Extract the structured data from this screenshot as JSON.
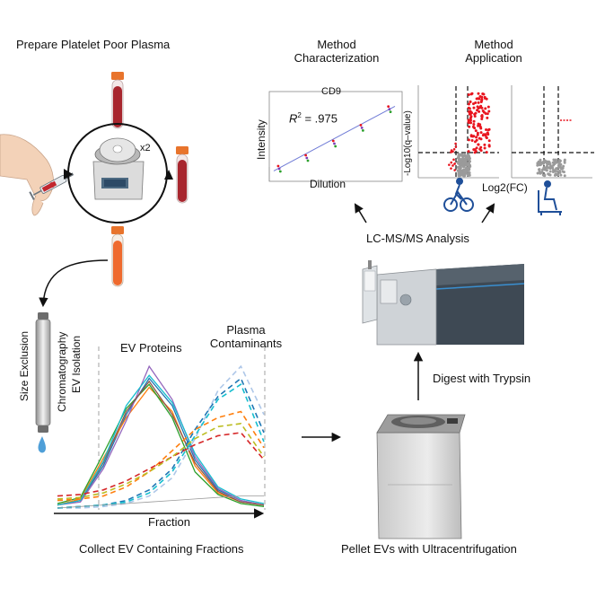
{
  "labels": {
    "prepare_plasma": "Prepare Platelet Poor Plasma",
    "centrifuge_repeat": "x2",
    "method_characterization_line1": "Method",
    "method_characterization_line2": "Characterization",
    "method_application_line1": "Method",
    "method_application_line2": "Application",
    "cd9": "CD9",
    "r2_symbol": "R",
    "r2_sup": "2",
    "r2_value": " = .975",
    "intensity_axis": "Intensity",
    "dilution_axis": "Dilution",
    "log10q_axis": "-Log10(q–value)",
    "log2fc_axis": "Log2(FC)",
    "lcms": "LC-MS/MS Analysis",
    "sec_line1": "Size Exclusion",
    "sec_line2": "Chromatography",
    "sec_line3": "EV Isolation",
    "ev_proteins": "EV Proteins",
    "plasma_contaminants_line1": "Plasma",
    "plasma_contaminants_line2": "Contaminants",
    "fraction_axis": "Fraction",
    "digest": "Digest with Trypsin",
    "collect_fractions": "Collect EV Containing Fractions",
    "pellet_evs": "Pellet EVs with Ultracentrifugation"
  },
  "colors": {
    "blood_tube": "#a8262e",
    "plasma_tube": "#ef6a2e",
    "tube_cap": "#e8742c",
    "volcano_sig": "#e8151f",
    "volcano_ns": "#9a9a9a",
    "fit_line": "#6f7bd6",
    "instrument_accent": "#2f7fc1"
  },
  "chart_data": [
    {
      "type": "scatter",
      "title": "CD9",
      "xlabel": "Dilution",
      "ylabel": "Intensity",
      "annotation": "R² = .975",
      "series": [
        {
          "x": [
            1,
            2,
            3,
            4,
            5
          ],
          "y": [
            0.05,
            0.2,
            0.4,
            0.62,
            0.88
          ]
        }
      ],
      "fit": {
        "x": [
          0.8,
          5.2
        ],
        "y": [
          0.02,
          0.92
        ]
      }
    },
    {
      "type": "line",
      "xlabel": "Fraction",
      "x": [
        1,
        2,
        3,
        4,
        5,
        6,
        7,
        8,
        9,
        10
      ],
      "series": [
        {
          "group": "EV Proteins",
          "color": "#1f77b4",
          "dashed": false,
          "values": [
            0.02,
            0.05,
            0.28,
            0.62,
            0.86,
            0.68,
            0.32,
            0.12,
            0.05,
            0.02
          ]
        },
        {
          "group": "EV Proteins",
          "color": "#ff7f0e",
          "dashed": false,
          "values": [
            0.02,
            0.06,
            0.33,
            0.6,
            0.8,
            0.64,
            0.28,
            0.1,
            0.04,
            0.02
          ]
        },
        {
          "group": "EV Proteins",
          "color": "#2ca02c",
          "dashed": false,
          "values": [
            0.03,
            0.07,
            0.36,
            0.66,
            0.82,
            0.6,
            0.24,
            0.09,
            0.03,
            0.01
          ]
        },
        {
          "group": "EV Proteins",
          "color": "#9467bd",
          "dashed": false,
          "values": [
            0.02,
            0.04,
            0.26,
            0.58,
            0.94,
            0.72,
            0.34,
            0.13,
            0.05,
            0.02
          ]
        },
        {
          "group": "EV Proteins",
          "color": "#8c564b",
          "dashed": false,
          "values": [
            0.02,
            0.05,
            0.3,
            0.64,
            0.84,
            0.62,
            0.3,
            0.11,
            0.04,
            0.02
          ]
        },
        {
          "group": "EV Proteins",
          "color": "#17becf",
          "dashed": false,
          "values": [
            0.02,
            0.05,
            0.31,
            0.68,
            0.88,
            0.7,
            0.36,
            0.14,
            0.06,
            0.03
          ]
        },
        {
          "group": "Plasma Contaminants",
          "color": "#aec7e8",
          "dashed": true,
          "values": [
            0.0,
            0.0,
            0.01,
            0.03,
            0.08,
            0.2,
            0.46,
            0.78,
            0.94,
            0.62
          ]
        },
        {
          "group": "Plasma Contaminants",
          "color": "#1f77b4",
          "dashed": true,
          "values": [
            0.0,
            0.01,
            0.02,
            0.05,
            0.12,
            0.26,
            0.52,
            0.74,
            0.86,
            0.5
          ]
        },
        {
          "group": "Plasma Contaminants",
          "color": "#ff7f0e",
          "dashed": true,
          "values": [
            0.05,
            0.06,
            0.08,
            0.14,
            0.24,
            0.38,
            0.52,
            0.6,
            0.64,
            0.4
          ]
        },
        {
          "group": "Plasma Contaminants",
          "color": "#d62728",
          "dashed": true,
          "values": [
            0.08,
            0.09,
            0.12,
            0.18,
            0.26,
            0.34,
            0.42,
            0.48,
            0.5,
            0.32
          ]
        },
        {
          "group": "Plasma Contaminants",
          "color": "#17becf",
          "dashed": true,
          "values": [
            0.0,
            0.01,
            0.02,
            0.04,
            0.1,
            0.24,
            0.48,
            0.72,
            0.82,
            0.44
          ]
        },
        {
          "group": "Plasma Contaminants",
          "color": "#bcbd22",
          "dashed": true,
          "values": [
            0.06,
            0.07,
            0.1,
            0.16,
            0.24,
            0.34,
            0.46,
            0.54,
            0.56,
            0.34
          ]
        },
        {
          "group": "Baseline",
          "color": "#9a9a9a",
          "dashed": false,
          "values": [
            0.0,
            0.01,
            0.02,
            0.03,
            0.04,
            0.05,
            0.06,
            0.07,
            0.08,
            0.08
          ]
        }
      ]
    }
  ]
}
